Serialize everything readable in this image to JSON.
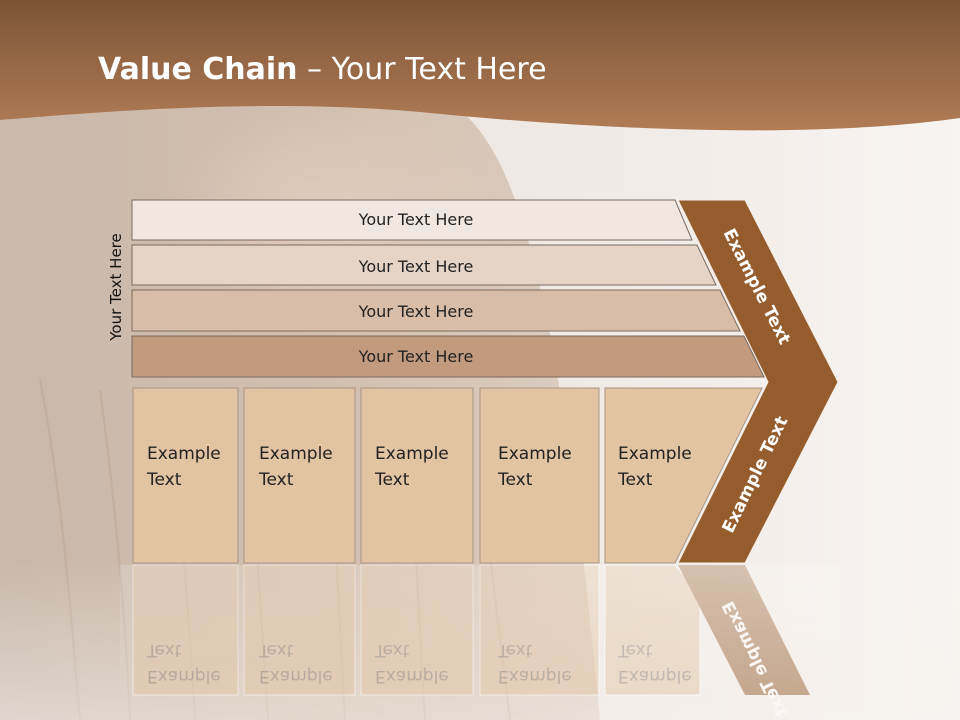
{
  "title": {
    "bold": "Value Chain",
    "rest": " – Your Text Here"
  },
  "side_label": "Your Text Here",
  "rows": [
    {
      "label": "Your Text Here"
    },
    {
      "label": "Your Text Here"
    },
    {
      "label": "Your Text Here"
    },
    {
      "label": "Your Text Here"
    }
  ],
  "boxes": [
    {
      "line1": "Example",
      "line2": "Text"
    },
    {
      "line1": "Example",
      "line2": "Text"
    },
    {
      "line1": "Example",
      "line2": "Text"
    },
    {
      "line1": "Example",
      "line2": "Text"
    },
    {
      "line1": "Example",
      "line2": "Text"
    }
  ],
  "chevron": {
    "upper_label": "Example Text",
    "lower_label": "Example Text"
  },
  "colors": {
    "header": "#9a6a45",
    "chevron": "#955d2d",
    "row_fills": [
      "#f1e7e1",
      "#e6d4c7",
      "#d8bda9",
      "#c29a7e"
    ],
    "box_fill": "#e2c4a3"
  }
}
